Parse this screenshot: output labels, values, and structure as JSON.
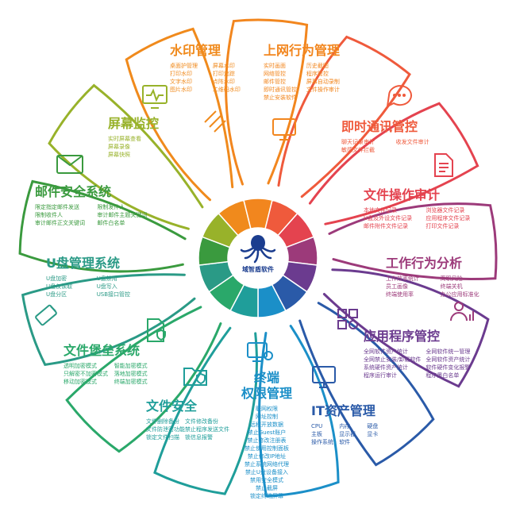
{
  "logo_text": "域智盾软件",
  "colors": {
    "watermark": "#f08a1c",
    "online": "#f2861e",
    "im": "#ef5a3c",
    "file_audit": "#e4434f",
    "work": "#9c3a7a",
    "app": "#6b3b8f",
    "it": "#2a5aa8",
    "terminal": "#1b8fc8",
    "file_sec": "#1f9e9a",
    "fort": "#2aa86a",
    "udisk": "#2a9a86",
    "mail": "#3a9a3e",
    "screen": "#98b22a"
  },
  "segments": [
    {
      "id": "watermark",
      "title": "水印管理",
      "icon": "watermark-icon",
      "items": [
        "桌面护管理",
        "屏幕水印",
        "打印水印",
        "打印追踪",
        "文字水印",
        "点阵水印",
        "图片水印",
        "二维码水印"
      ]
    },
    {
      "id": "online",
      "title": "上网行为管理",
      "icon": "monitor-icon",
      "items": [
        "实时画面",
        "历史截图",
        "网络管控",
        "程序管控",
        "邮件管控",
        "屏幕自动录制",
        "即时通讯管控",
        "文件操作审计",
        "禁止安装软件"
      ]
    },
    {
      "id": "im",
      "title": "即时通讯管控",
      "icon": "chat-bubble-icon",
      "items": [
        "聊天记录审计",
        "收发文件审计",
        "敏感文件拦截"
      ]
    },
    {
      "id": "file_audit",
      "title": "文件操作审计",
      "icon": "document-icon",
      "items": [
        "本地文件记录",
        "浏览器文件记录",
        "U盘及外设文件记录",
        "应用程序文件记录",
        "邮件附件文件记录",
        "打印文件记录"
      ]
    },
    {
      "id": "work",
      "title": "工作行为分析",
      "icon": "person-chart-icon",
      "items": [
        "工作效率统计",
        "离职风险",
        "员工画像",
        "终端关机",
        "终端使用率",
        "办公应用标准化"
      ]
    },
    {
      "id": "app",
      "title": "应用程序管控",
      "icon": "app-grid-icon",
      "items": [
        "全网软件资产统计",
        "全网软件统一管理",
        "全网禁止安装/卸载软件",
        "全网软件资产统计",
        "系统硬件资产统计",
        "软件硬件变化报警",
        "程序运行审计",
        "程序黑白名单"
      ]
    },
    {
      "id": "it",
      "title": "IT资产管理",
      "icon": "it-monitor-icon",
      "items": [
        "CPU",
        "内存",
        "硬盘",
        "主板",
        "显示器",
        "显卡",
        "操作系统",
        "软件"
      ]
    },
    {
      "id": "terminal",
      "title": "终端\n权限管理",
      "icon": "monitor-gear-icon",
      "items": [
        "联网权限",
        "网址控制",
        "远程开放数据",
        "禁止Guest账户",
        "禁止修改注册表",
        "禁止使用控制面板",
        "禁止修改IP地址",
        "禁止系统网络代理",
        "禁止U盘设备接入",
        "禁用安全模式",
        "禁止截屏",
        "锁定终端屏幕"
      ]
    },
    {
      "id": "file_sec",
      "title": "文件安全",
      "icon": "folder-shield-icon",
      "items": [
        "文件删除备份",
        "文件修改备份",
        "文件防泄密功能",
        "禁止程序发送文件",
        "锁定文件扫描",
        "锁信息报警"
      ]
    },
    {
      "id": "fort",
      "title": "文件堡垒系统",
      "icon": "file-shield-icon",
      "items": [
        "透明加密模式",
        "智能加密模式",
        "只解密不加密模式",
        "落地加密模式",
        "移动加密模式",
        "终端加密模式"
      ]
    },
    {
      "id": "udisk",
      "title": "U盘管理系统",
      "icon": "usb-icon",
      "items": [
        "U盘加密",
        "U盘禁用",
        "U盘仅读取",
        "U盘写入",
        "U盘分区",
        "USB接口管控"
      ]
    },
    {
      "id": "mail",
      "title": "邮件安全系统",
      "icon": "envelope-icon",
      "items": [
        "限定指定邮件发送",
        "限制发件人",
        "限制收件人",
        "审计邮件主题关键词",
        "审计邮件正文关键词",
        "邮件白名单"
      ]
    },
    {
      "id": "screen",
      "title": "屏幕监控",
      "icon": "pulse-monitor-icon",
      "items": [
        "实时屏幕查看",
        "屏幕录像",
        "屏幕快照"
      ]
    }
  ]
}
